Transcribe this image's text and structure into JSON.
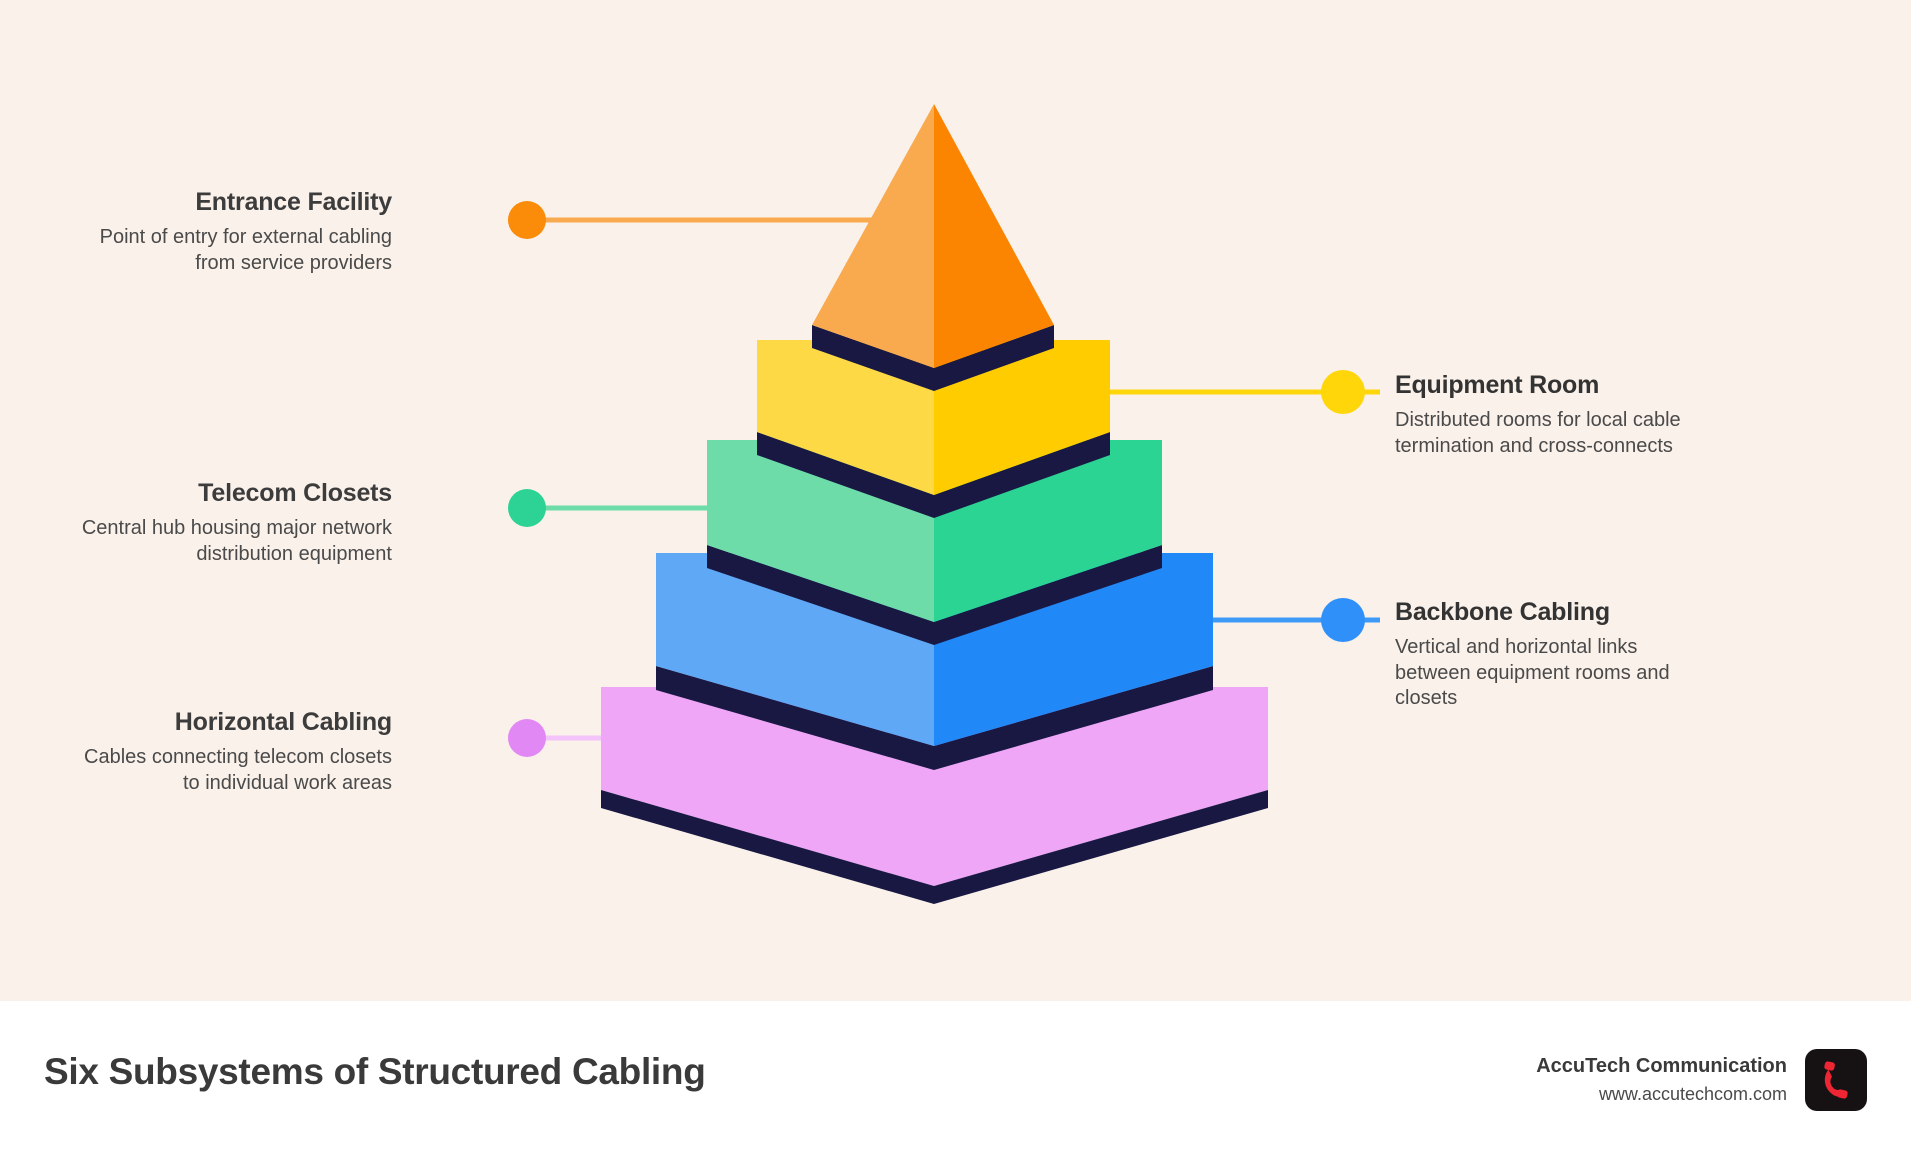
{
  "theme": {
    "background": "#FAF1EA",
    "footer_background": "#FFFFFF",
    "divider_navy": "#181843",
    "title_color": "#3A3A3A",
    "body_color": "#4A4A4A"
  },
  "diagram": {
    "type": "pyramid",
    "shape": "5-tier 3D pyramid with navy separator bands",
    "tiers": [
      {
        "id": "entrance-facility",
        "order": 1,
        "position": "top",
        "label": "Entrance Facility",
        "description": "Point of entry for external cabling from service providers",
        "side": "left",
        "color_light": "#F9A košice",
        "color_left": "#F9A94E",
        "color_right": "#FB8500",
        "dot_color": "#FA8C0A",
        "line_color": "#F9A94E"
      },
      {
        "id": "equipment-room",
        "order": 2,
        "label": "Equipment Room",
        "description": "Distributed rooms for local cable termination and cross-connects",
        "side": "right",
        "color_left": "#FCD945",
        "color_right": "#FFCC00",
        "dot_color": "#FFD60A",
        "line_color": "#FFD60A"
      },
      {
        "id": "telecom-closets",
        "order": 3,
        "label": "Telecom Closets",
        "description": "Central hub housing major network distribution equipment",
        "side": "left",
        "color_left": "#6EDCA9",
        "color_right": "#2BD493",
        "dot_color": "#2DD395",
        "line_color": "#6EDCA9"
      },
      {
        "id": "backbone-cabling",
        "order": 4,
        "label": "Backbone Cabling",
        "description": "Vertical and horizontal links between equipment rooms and closets",
        "side": "right",
        "color_left": "#5EA8F5",
        "color_right": "#2089F7",
        "dot_color": "#2E90F8",
        "line_color": "#3D9BF7"
      },
      {
        "id": "horizontal-cabling",
        "order": 5,
        "position": "bottom",
        "label": "Horizontal Cabling",
        "description": "Cables connecting telecom closets to individual work areas",
        "side": "left",
        "color_left": "#EFA6F7",
        "color_right": "#EFA6F7",
        "dot_color": "#E288F5",
        "line_color": "#F3C4FA"
      }
    ]
  },
  "footer": {
    "title": "Six Subsystems of Structured Cabling",
    "brand_name": "AccuTech Communication",
    "brand_url": "www.accutechcom.com",
    "logo_icon": "telephone-handset-icon",
    "logo_background": "#161214",
    "logo_glyph_color": "#EE2532"
  }
}
